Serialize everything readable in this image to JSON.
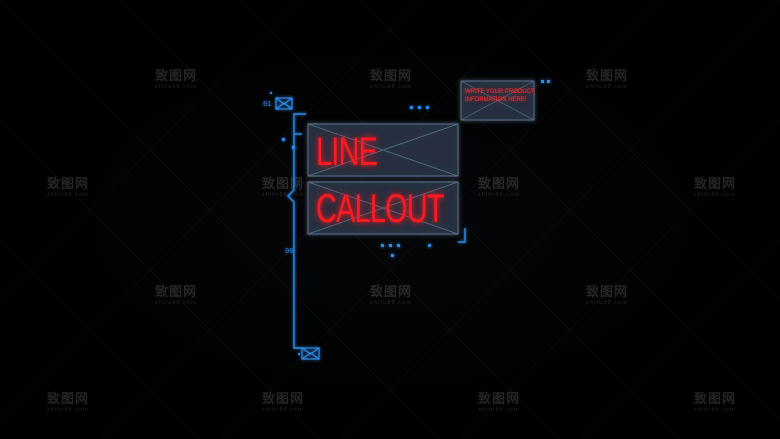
{
  "headline": {
    "line1": "LINE",
    "line2": "CALLOUT"
  },
  "note": "WRITE YOUR PRODUCT INFORMATION HERE!",
  "labels": {
    "top_index": "01",
    "mid_index": "00"
  },
  "watermark": {
    "text": "致图网",
    "sub": "zhitu66.com"
  },
  "colors": {
    "background": "#000000",
    "headline_red": "#ff1a22",
    "frame_blue": "#2f8ae8",
    "box_fill": "#243040",
    "box_border": "#5b6f8a"
  },
  "icons": {
    "envelope": "envelope-icon"
  }
}
